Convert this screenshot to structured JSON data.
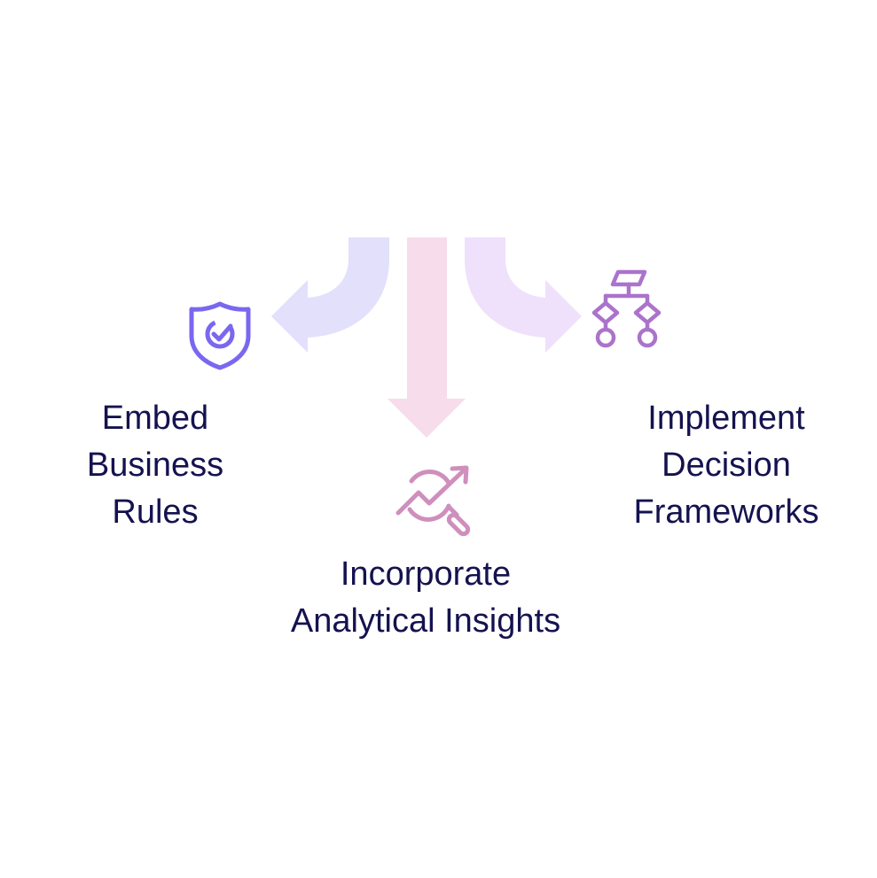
{
  "colors": {
    "text": "#14124f",
    "arrow_left": "#e2e0fb",
    "arrow_center": "#f7dcec",
    "arrow_right": "#efe0fb",
    "icon_left": "#7a67f0",
    "icon_center": "#cf8fbd",
    "icon_right": "#ab73cc"
  },
  "diagram": {
    "branches": [
      {
        "id": "left",
        "icon": "shield-check-icon",
        "lines": [
          "Embed",
          "Business",
          "Rules"
        ]
      },
      {
        "id": "center",
        "icon": "trend-magnifier-icon",
        "lines": [
          "Incorporate",
          "Analytical Insights"
        ]
      },
      {
        "id": "right",
        "icon": "decision-flowchart-icon",
        "lines": [
          "Implement",
          "Decision",
          "Frameworks"
        ]
      }
    ]
  }
}
